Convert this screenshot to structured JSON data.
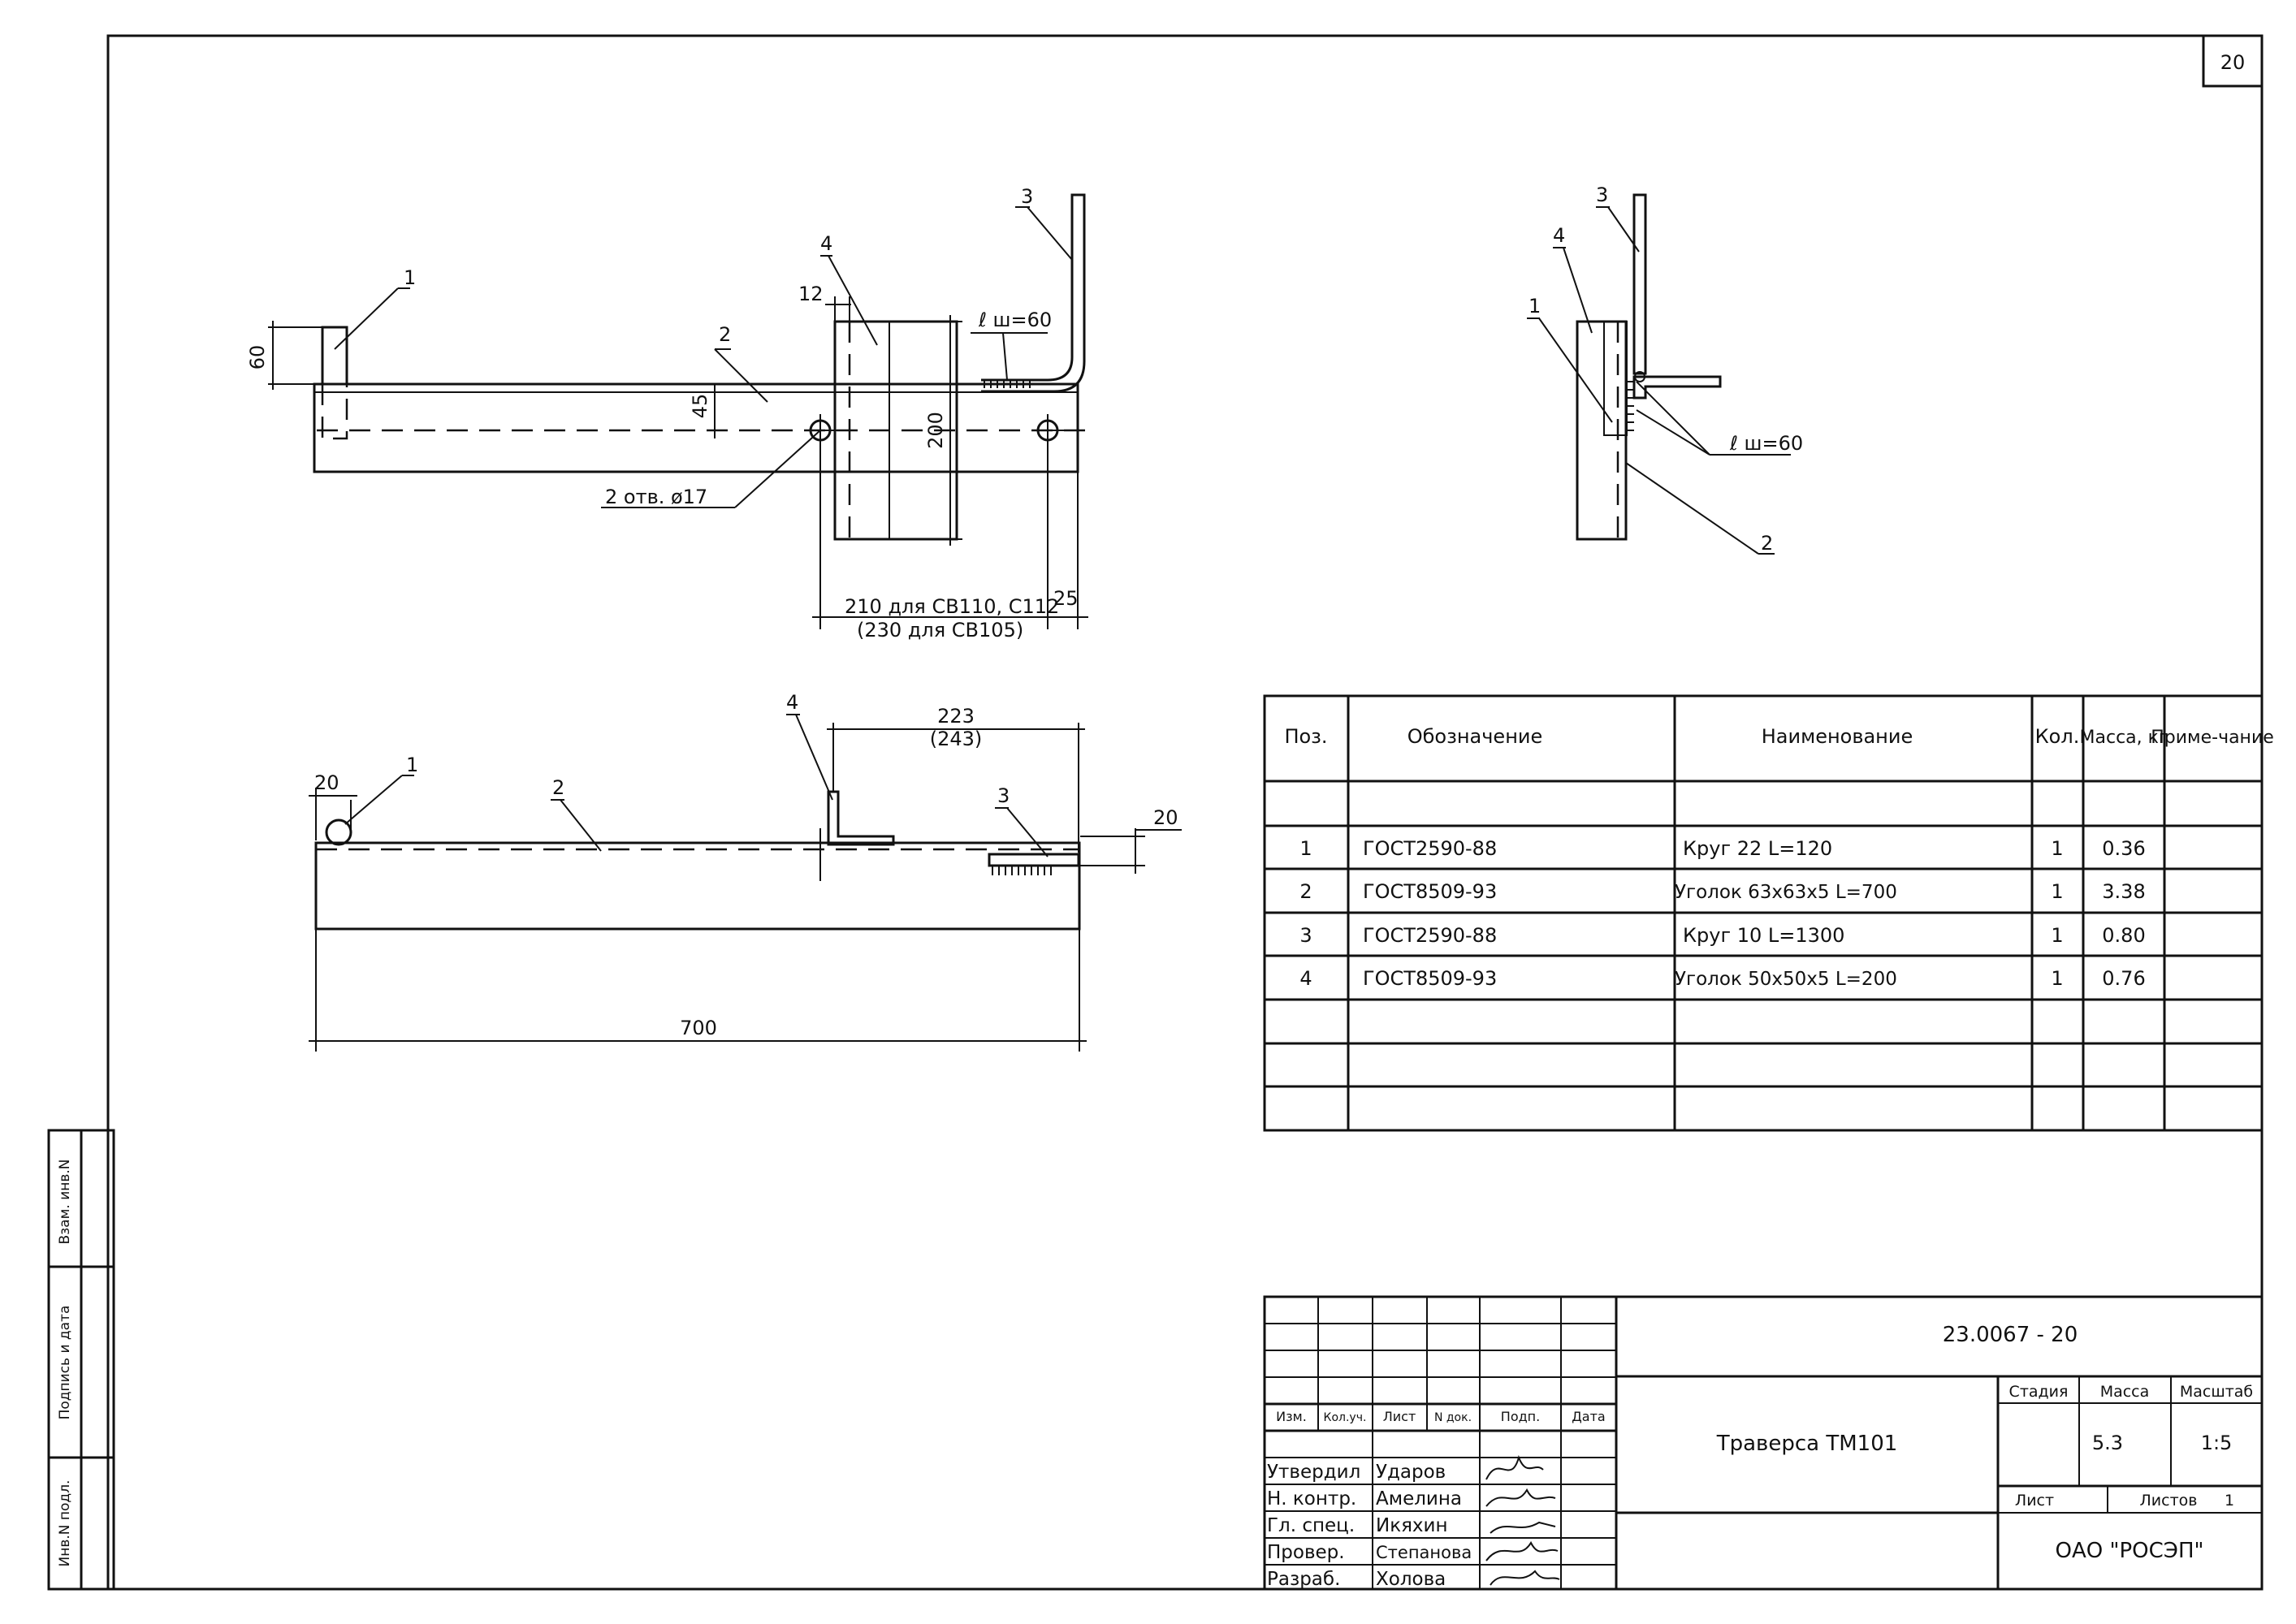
{
  "sheet_number": "20",
  "drawing": {
    "front_view": {
      "positions": [
        "1",
        "2",
        "3",
        "4"
      ],
      "dims": {
        "d60": "60",
        "d45": "45",
        "d200": "200",
        "d12": "12",
        "d25": "25",
        "weld": "ℓ ш=60",
        "holes": "2  отв.  ø17",
        "d210": "210  для  СВ110,  С112",
        "d230": "(230  для  СВ105)"
      }
    },
    "top_view": {
      "positions": [
        "1",
        "2",
        "3",
        "4"
      ],
      "dims": {
        "d20_left": "20",
        "d223": "223",
        "d243": "(243)",
        "d20_right": "20",
        "d700": "700"
      }
    },
    "side_view": {
      "positions": [
        "3",
        "4",
        "1",
        "2"
      ],
      "weld": "ℓ ш=60"
    }
  },
  "spec_table": {
    "headers": [
      "Поз.",
      "Обозначение",
      "Наименование",
      "Кол.",
      "Масса, кг",
      "Приме-чание"
    ],
    "rows": [
      {
        "pos": "1",
        "designation": "ГОСТ2590-88",
        "name": "Круг 22    L=120",
        "qty": "1",
        "mass": "0.36",
        "note": ""
      },
      {
        "pos": "2",
        "designation": "ГОСТ8509-93",
        "name": "Уголок 63х63х5  L=700",
        "qty": "1",
        "mass": "3.38",
        "note": ""
      },
      {
        "pos": "3",
        "designation": "ГОСТ2590-88",
        "name": "Круг 10    L=1300",
        "qty": "1",
        "mass": "0.80",
        "note": ""
      },
      {
        "pos": "4",
        "designation": "ГОСТ8509-93",
        "name": "Уголок 50х50х5  L=200",
        "qty": "1",
        "mass": "0.76",
        "note": ""
      }
    ]
  },
  "title_block": {
    "doc_code": "23.0067  -  20",
    "title": "Траверса  ТМ101",
    "col_headers": [
      "Изм.",
      "Кол.уч.",
      "Лист",
      "N док.",
      "Подп.",
      "Дата"
    ],
    "stage_label": "Стадия",
    "mass_label": "Масса",
    "scale_label": "Масштаб",
    "mass_value": "5.3",
    "scale_value": "1:5",
    "sheet_label": "Лист",
    "sheets_label": "Листов",
    "sheets_value": "1",
    "organization": "ОАО  \"РОСЭП\"",
    "signatures": [
      {
        "role": "Утвердил",
        "name": "Ударов"
      },
      {
        "role": "Н.  контр.",
        "name": "Амелина"
      },
      {
        "role": "Гл.  спец.",
        "name": "Икяхин"
      },
      {
        "role": "Провер.",
        "name": "Степанова"
      },
      {
        "role": "Разраб.",
        "name": "Холова"
      }
    ]
  },
  "side_stamp": {
    "labels": [
      "Взам.  инв.N",
      "Подпись  и  дата",
      "Инв.N  подл."
    ]
  }
}
